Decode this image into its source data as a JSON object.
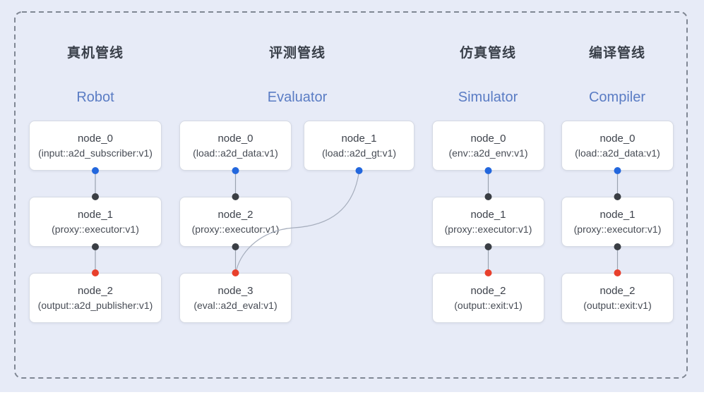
{
  "colors": {
    "background": "#e7ebf7",
    "group_border_dash": "#808794",
    "box_bg": "#ffffff",
    "box_border": "#d6dae4",
    "header_zh_text": "#3a404a",
    "header_en_text": "#5a7cc4",
    "node_text": "#3d424b",
    "edge": "#9aa2b0",
    "edge_curve": "#a6aebd",
    "dot_blue": "#2367dd",
    "dot_black": "#3a3e44",
    "dot_red": "#e8402c"
  },
  "pipelines": [
    {
      "title_zh": "真机管线",
      "title_en": "Robot",
      "nodes": [
        {
          "title": "node_0",
          "subtitle": "(input::a2d_subscriber:v1)"
        },
        {
          "title": "node_1",
          "subtitle": "(proxy::executor:v1)"
        },
        {
          "title": "node_2",
          "subtitle": "(output::a2d_publisher:v1)"
        }
      ]
    },
    {
      "title_zh": "评测管线",
      "title_en": "Evaluator",
      "nodes": [
        {
          "title": "node_0",
          "subtitle": "(load::a2d_data:v1)"
        },
        {
          "title": "node_1",
          "subtitle": "(load::a2d_gt:v1)"
        },
        {
          "title": "node_2",
          "subtitle": "(proxy::executor:v1)"
        },
        {
          "title": "node_3",
          "subtitle": "(eval::a2d_eval:v1)"
        }
      ]
    },
    {
      "title_zh": "仿真管线",
      "title_en": "Simulator",
      "nodes": [
        {
          "title": "node_0",
          "subtitle": "(env::a2d_env:v1)"
        },
        {
          "title": "node_1",
          "subtitle": "(proxy::executor:v1)"
        },
        {
          "title": "node_2",
          "subtitle": "(output::exit:v1)"
        }
      ]
    },
    {
      "title_zh": "编译管线",
      "title_en": "Compiler",
      "nodes": [
        {
          "title": "node_0",
          "subtitle": "(load::a2d_data:v1)"
        },
        {
          "title": "node_1",
          "subtitle": "(proxy::executor:v1)"
        },
        {
          "title": "node_2",
          "subtitle": "(output::exit:v1)"
        }
      ]
    }
  ]
}
